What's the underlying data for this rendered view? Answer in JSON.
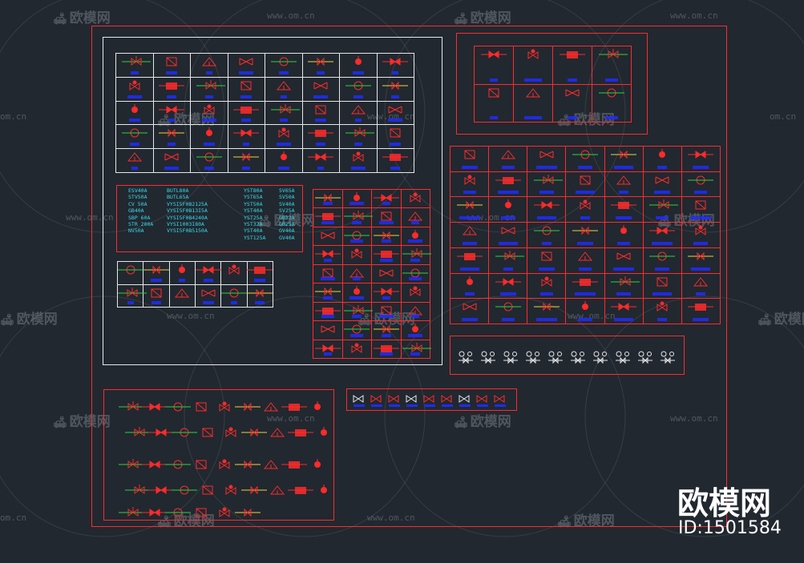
{
  "watermark": {
    "brand": "欧模网",
    "url": "www.om.cn",
    "url_short": "om.cn",
    "sofa_icon": "sofa-icon"
  },
  "brand_badge": {
    "name": "欧模网",
    "id_text": "ID:1501584"
  },
  "colors": {
    "background": "#212830",
    "frame": "#ff2a2a",
    "white_line": "#e8e8e8",
    "label_blue": "#1e2cff",
    "cyan_text": "#3ad8e8",
    "green": "#2dd43a",
    "yellow": "#f2d23a"
  },
  "tag_codes": {
    "col1": [
      "ESV40A",
      "STV50A",
      "CV 50A",
      "GB40A",
      "SBP 60A",
      "STR 200A",
      "NV50A"
    ],
    "col2": [
      "BUTL80A",
      "BUTL65A",
      "VYSI5F0B2125A",
      "VYSI5F0B13I5A",
      "VYSI5F0B4240A",
      "VYSI1003I80A",
      "VYSI5F0B5150A"
    ],
    "col3": [
      "YST80A",
      "YST65A",
      "YST50A",
      "YST40A",
      "YST25A",
      "YST32A",
      "YST40A",
      "YST125A"
    ],
    "col4": [
      "SV65A",
      "SV50A",
      "SV40A",
      "SV25A",
      "GB32A",
      "GB25A",
      "GV40A",
      "GV40A"
    ]
  }
}
